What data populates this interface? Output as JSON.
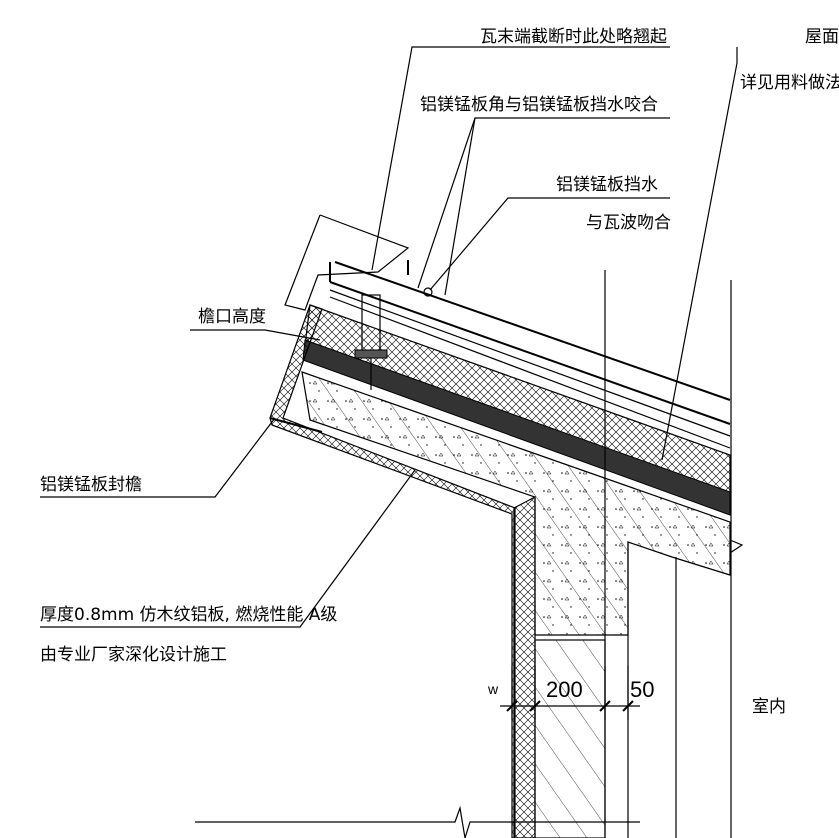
{
  "labels": {
    "tile_end": "瓦末端截断时此处略翘起",
    "roof_face": "屋面",
    "see_materials": "详见用料做法",
    "corner_bite": "铝镁锰板角与铝镁锰板挡水咬合",
    "water_stop_1": "铝镁锰板挡水",
    "water_stop_2": "与瓦波吻合",
    "eave_height": "檐口高度",
    "eave_seal": "铝镁锰板封檐",
    "panel_spec": "厚度0.8mm 仿木纹铝板, 燃烧性能 A级",
    "panel_design": "由专业厂家深化设计施工",
    "indoor": "室内"
  },
  "dimensions": {
    "w": "w",
    "wall": "200",
    "gap": "50"
  }
}
